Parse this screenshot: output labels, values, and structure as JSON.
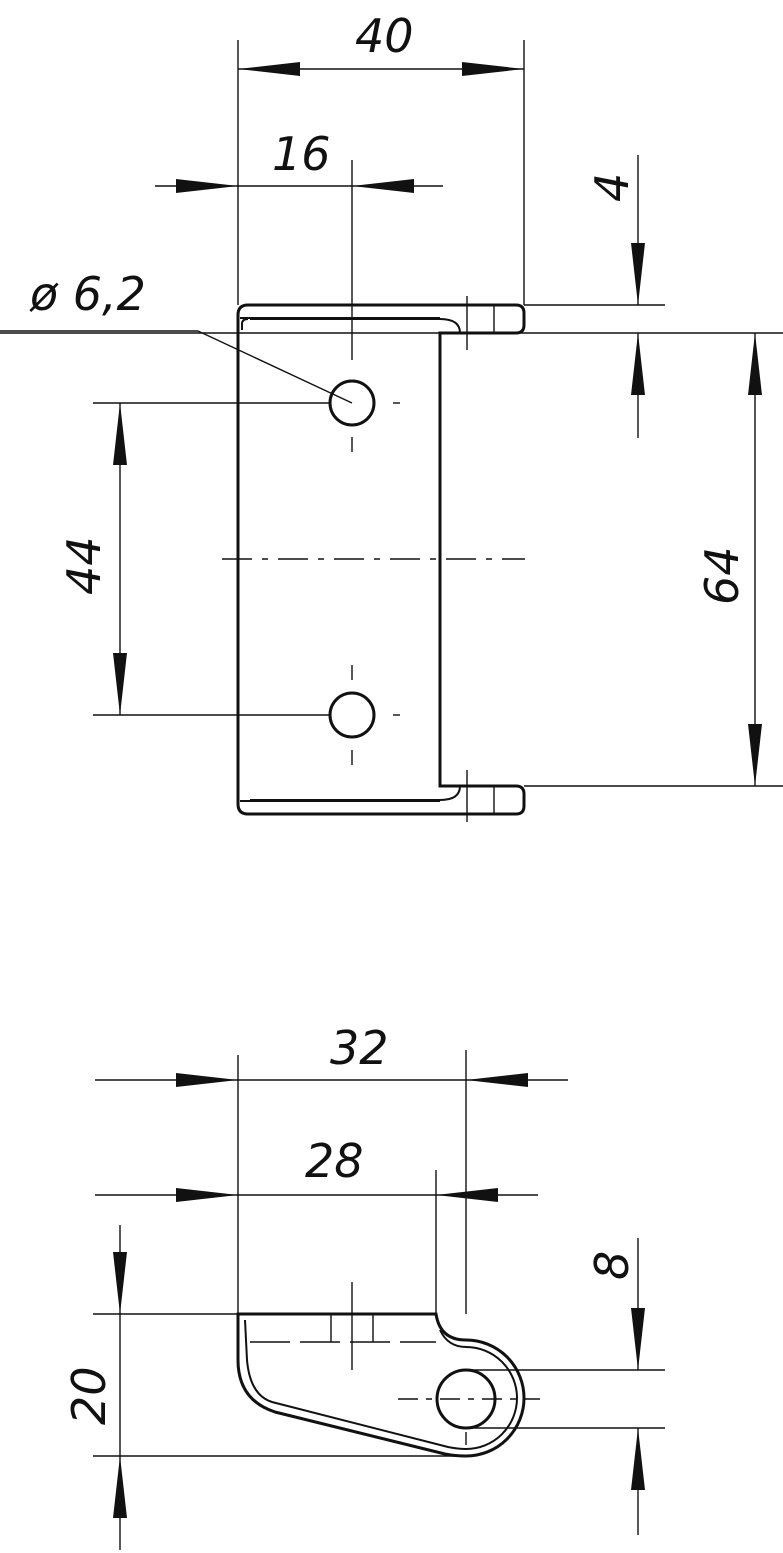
{
  "dimensions": {
    "top_view": {
      "width_overall": "40",
      "hole_offset": "16",
      "hole_diameter": "ø 6,2",
      "flange_thickness": "4",
      "hole_spacing": "44",
      "height_overall": "64"
    },
    "side_view": {
      "width_overall": "32",
      "width_inner": "28",
      "pivot_offset": "8",
      "height": "20"
    }
  }
}
